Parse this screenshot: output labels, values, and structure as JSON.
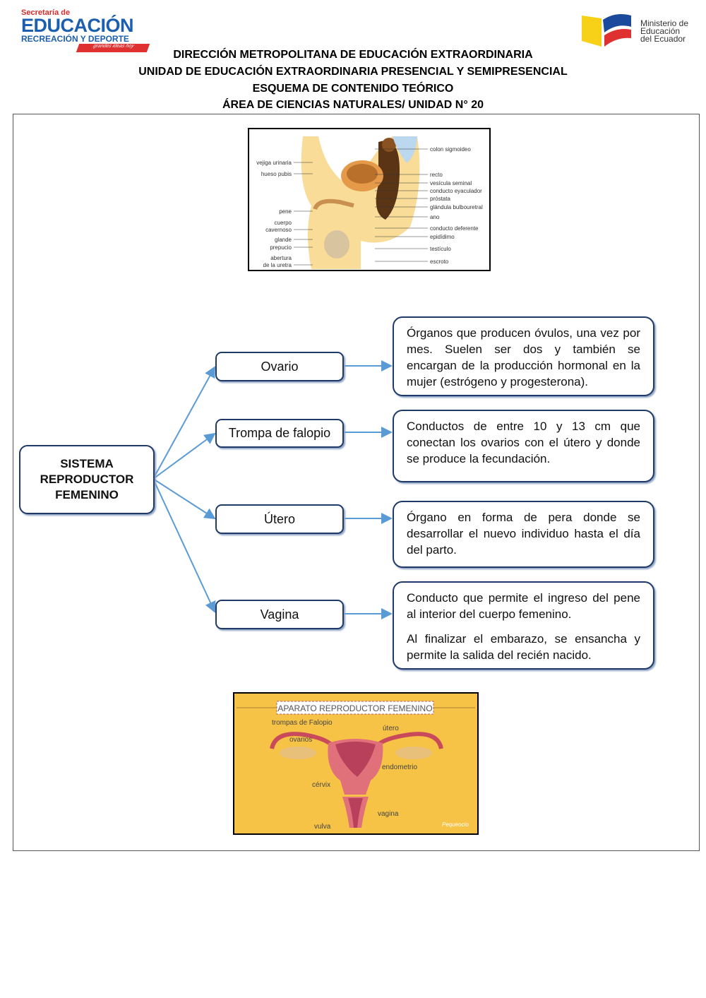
{
  "logos": {
    "left": {
      "line1": "Secretaría de",
      "line2": "EDUCACIÓN",
      "line3": "RECREACIÓN Y DEPORTE",
      "tagline": "grandes ideas hoy"
    },
    "right": {
      "line1": "Ministerio de",
      "line2": "Educación",
      "line3": "del Ecuador"
    }
  },
  "header": {
    "line1": "DIRECCIÓN METROPOLITANA DE EDUCACIÓN EXTRAORDINARIA",
    "line2": "UNIDAD DE EDUCACIÓN EXTRAORDINARIA PRESENCIAL Y SEMIPRESENCIAL",
    "line3": "ESQUEMA DE CONTENIDO TEÓRICO",
    "line4": "ÁREA DE CIENCIAS NATURALES/ UNIDAD N° 20"
  },
  "male_diagram": {
    "left_labels": [
      "vejiga urinaria",
      "hueso pubis",
      "pene",
      "cuerpo",
      "cavernoso",
      "glande",
      "prepucio",
      "abertura",
      "de la uretra"
    ],
    "right_labels": [
      "colon sigmoideo",
      "recto",
      "vesícula seminal",
      "conducto eyaculador",
      "próstata",
      "glándula bulbouretral",
      "ano",
      "conducto deferente",
      "epidídimo",
      "testículo",
      "escroto"
    ]
  },
  "map": {
    "root": [
      "SISTEMA",
      "REPRODUCTOR",
      "FEMENINO"
    ],
    "branches": [
      {
        "label": "Ovario",
        "desc": [
          "Órganos que producen óvulos, una vez por mes. Suelen ser dos y también se encargan de la producción hormonal en la mujer (estrógeno y progesterona)."
        ]
      },
      {
        "label": "Trompa de falopio",
        "desc": [
          "Conductos de entre 10 y 13 cm que conectan los ovarios con el útero y donde se produce la fecundación."
        ]
      },
      {
        "label": "Útero",
        "desc": [
          "Órgano en forma de pera donde se desarrollar el nuevo individuo hasta el día del parto."
        ]
      },
      {
        "label": "Vagina",
        "desc": [
          "Conducto que permite el ingreso del pene al interior del cuerpo femenino.",
          "Al finalizar el embarazo, se ensancha y permite la salida del recién nacido."
        ]
      }
    ],
    "colors": {
      "border": "#1f3a68",
      "arrow": "#5b9bd5"
    }
  },
  "female_diagram": {
    "title": "APARATO REPRODUCTOR FEMENINO",
    "labels": {
      "trompas": "trompas de Falopio",
      "utero": "útero",
      "ovarios": "ovarios",
      "endometrio": "endometrio",
      "cervix": "cérvix",
      "vagina": "vagina",
      "vulva": "vulva"
    },
    "brand": "Pequeocio",
    "background": "#f6c347"
  }
}
